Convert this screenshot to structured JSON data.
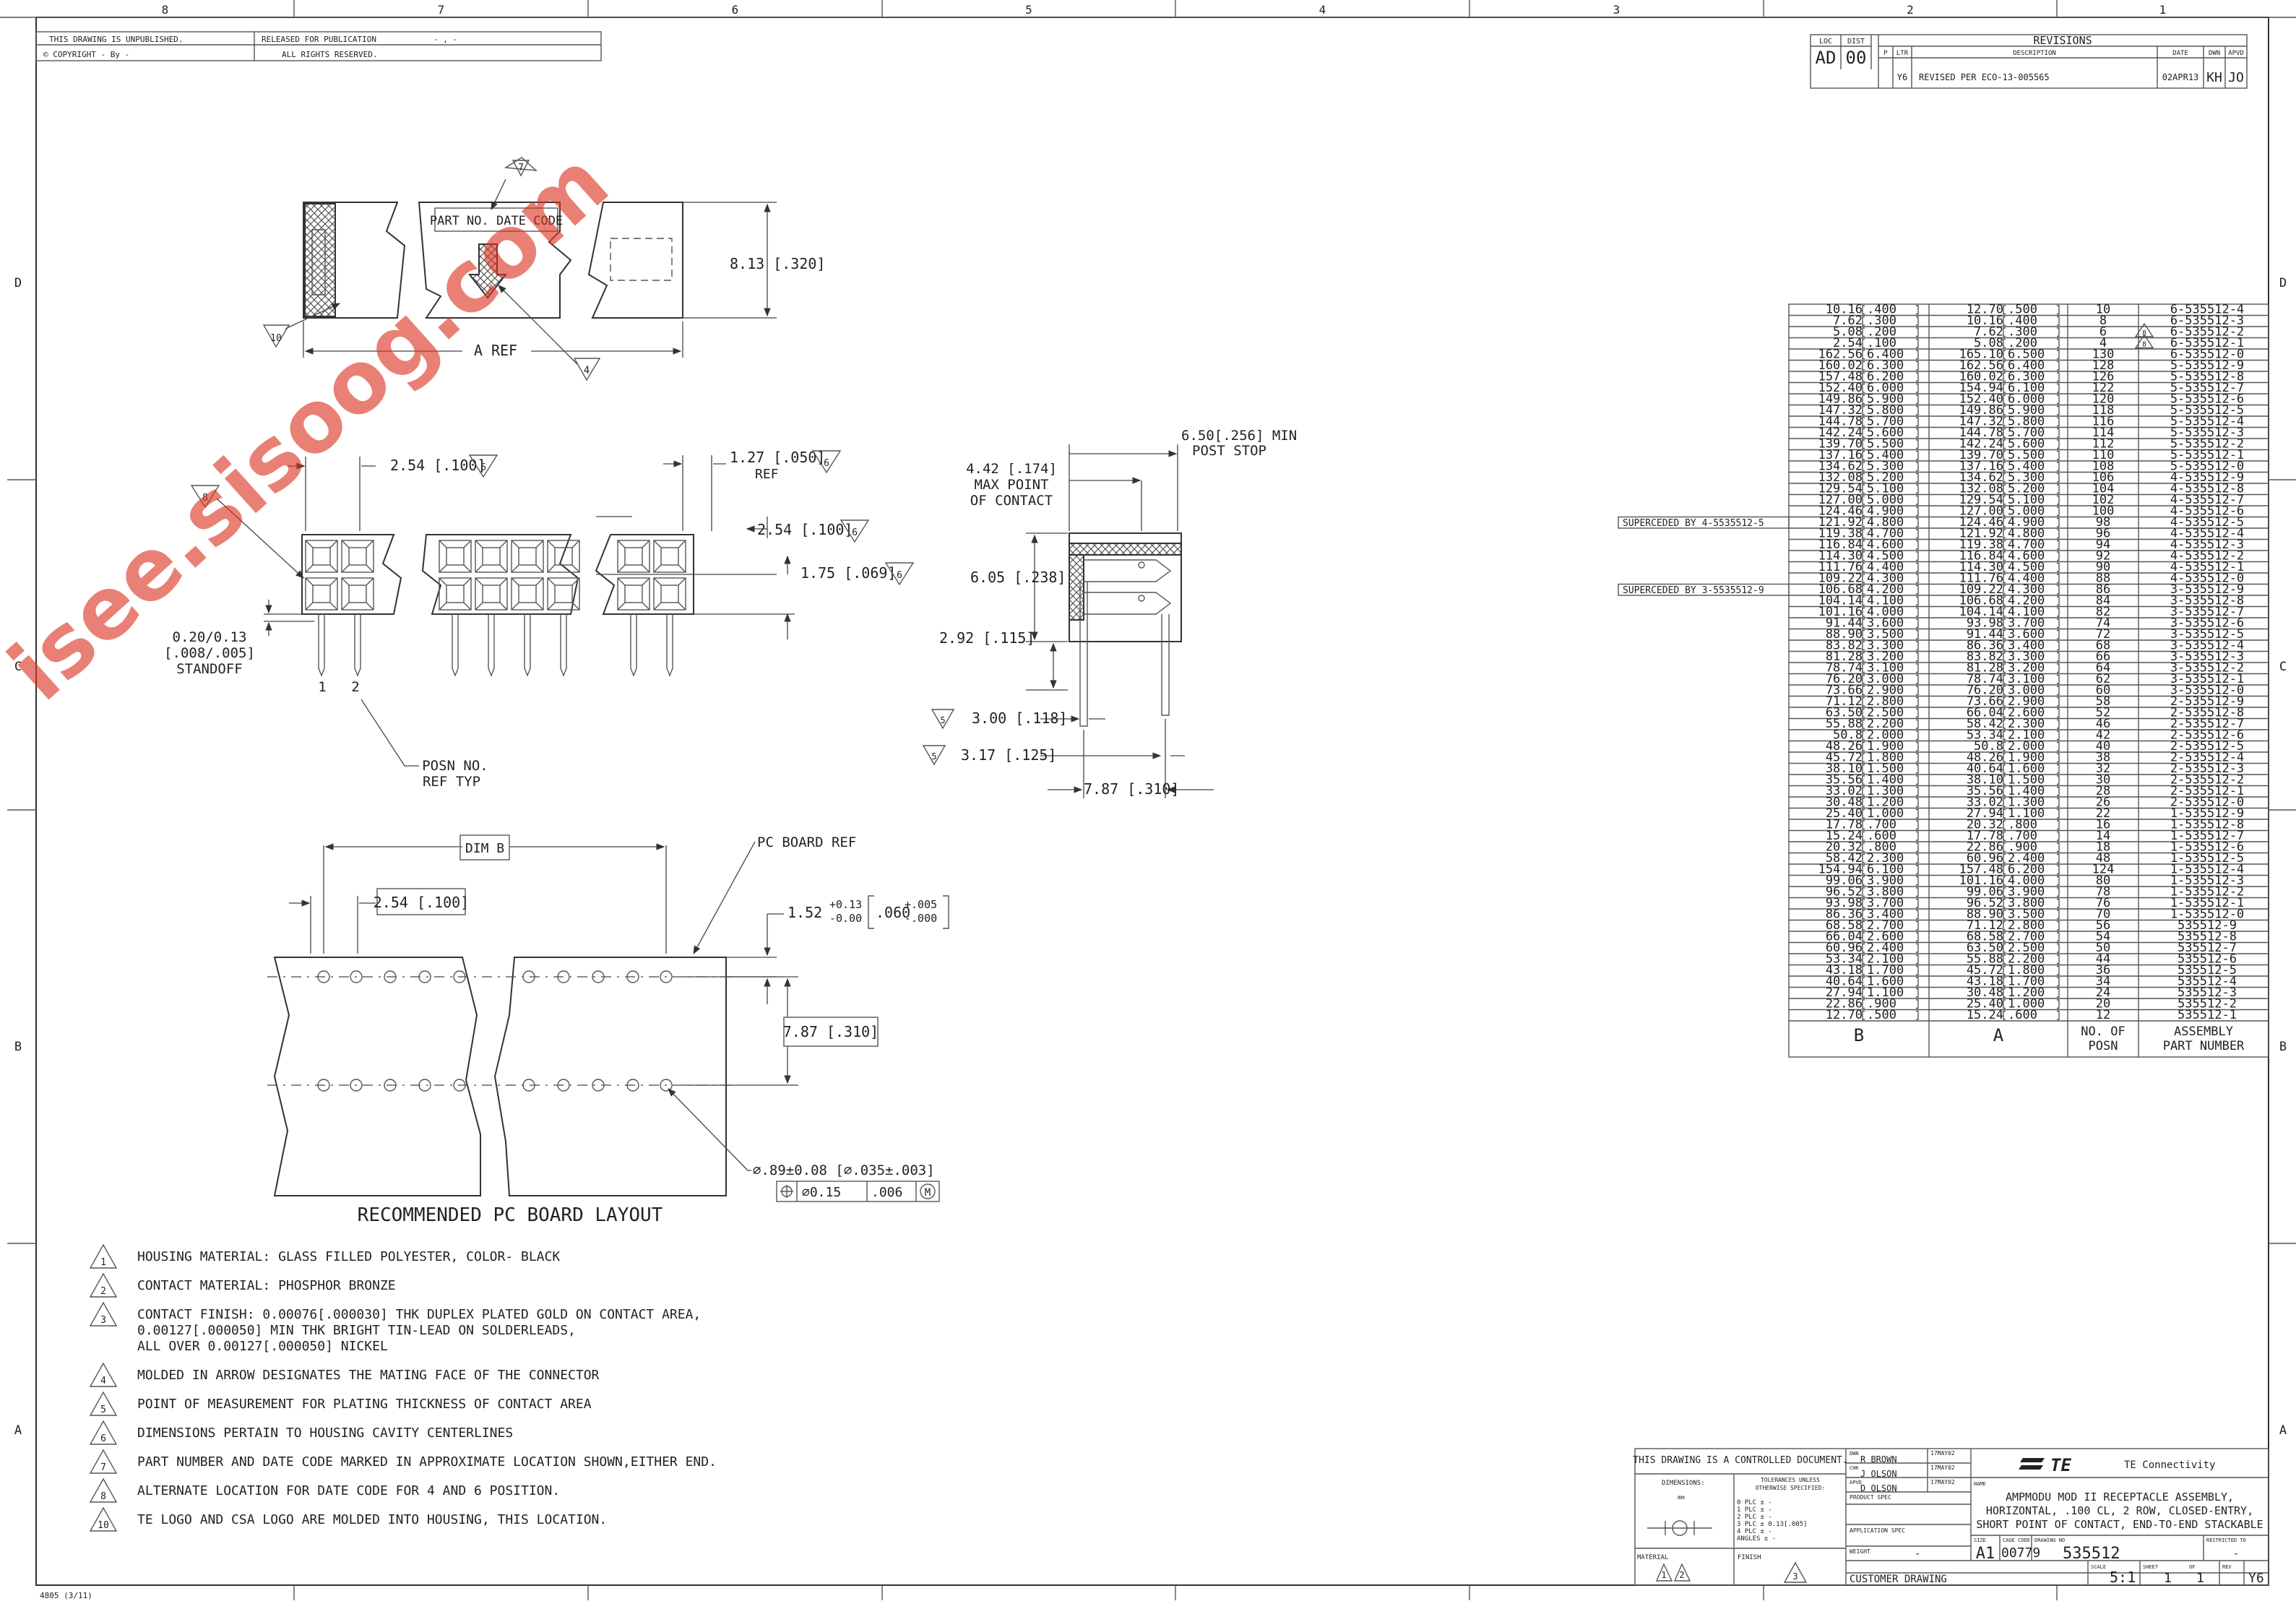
{
  "zones_top": [
    "8",
    "7",
    "6",
    "5",
    "4",
    "3",
    "2",
    "1"
  ],
  "zones_side": [
    "D",
    "C",
    "B",
    "A"
  ],
  "header_left": {
    "line1": "THIS DRAWING IS UNPUBLISHED.",
    "line1b": "RELEASED FOR PUBLICATION",
    "line1c": "- , -",
    "line2": "© COPYRIGHT - By -",
    "line2b": "ALL RIGHTS RESERVED."
  },
  "revisions": {
    "title": "REVISIONS",
    "loc_label": "LOC",
    "dist_label": "DIST",
    "loc": "AD",
    "dist": "00",
    "col_p": "P",
    "col_ltr": "LTR",
    "col_desc": "DESCRIPTION",
    "col_date": "DATE",
    "col_dwn": "DWN",
    "col_apvd": "APVD",
    "ltr": "Y6",
    "desc": "REVISED PER ECO-13-005565",
    "date": "02APR13",
    "dwn": "KH",
    "apvd": "JO"
  },
  "watermark": "isee.sisoog.com",
  "views": {
    "top": {
      "label_part": "PART NO. DATE CODE",
      "dim_height": "8.13 [.320]",
      "dim_a": "A REF",
      "flag7": "7",
      "flag4": "4",
      "flag10": "10"
    },
    "front": {
      "pitch": "2.54 [.100]",
      "flag6a": "6",
      "half_pitch": "1.27 [.050]",
      "half_pitch_ref": "REF",
      "flag6b": "6",
      "row_pitch": "2.54 [.100]",
      "flag6c": "6",
      "offset": "1.75 [.069]",
      "flag6d": "6",
      "standoff_1": "0.20/0.13",
      "standoff_2": "[.008/.005]",
      "standoff_3": "STANDOFF",
      "posn1": "1",
      "posn2": "2",
      "posn_note_1": "POSN NO.",
      "posn_note_2": "REF TYP",
      "flag8": "8"
    },
    "side": {
      "postop_1": "6.50[.256] MIN",
      "postop_2": "POST STOP",
      "contact_1": "4.42 [.174]",
      "contact_2": "MAX POINT",
      "contact_3": "OF CONTACT",
      "height": "6.05 [.238]",
      "lower": "2.92 [.115]",
      "meas1": "3.00 [.118]",
      "meas2": "3.17 [.125]",
      "flag5a": "5",
      "flag5b": "5",
      "width": "7.87 [.310]"
    },
    "pcb": {
      "dim_b": "DIM B",
      "pc_ref": "PC BOARD REF",
      "pitch": "2.54 [.100]",
      "thk_main": "1.52",
      "thk_plus": "+0.13",
      "thk_minus": "-0.00",
      "thk_in_main": ".060",
      "thk_in_plus": "+.005",
      "thk_in_minus": "-.000",
      "row": "7.87 [.310]",
      "hole": "⌀.89±0.08 [⌀.035±.003]",
      "tol": "⌀0.15",
      "tol_in": ".006",
      "tol_m": "M",
      "title": "RECOMMENDED PC BOARD LAYOUT"
    }
  },
  "notes": [
    {
      "n": "1",
      "lines": [
        "HOUSING MATERIAL: GLASS FILLED POLYESTER, COLOR- BLACK"
      ]
    },
    {
      "n": "2",
      "lines": [
        "CONTACT MATERIAL: PHOSPHOR BRONZE"
      ]
    },
    {
      "n": "3",
      "lines": [
        "CONTACT FINISH: 0.00076[.000030] THK DUPLEX PLATED GOLD ON CONTACT AREA,",
        "0.00127[.000050] MIN THK BRIGHT TIN-LEAD ON SOLDERLEADS,",
        "ALL OVER 0.00127[.000050] NICKEL"
      ]
    },
    {
      "n": "4",
      "lines": [
        "MOLDED IN ARROW DESIGNATES THE MATING FACE OF THE CONNECTOR"
      ]
    },
    {
      "n": "5",
      "lines": [
        "POINT OF MEASUREMENT FOR PLATING THICKNESS OF CONTACT AREA"
      ]
    },
    {
      "n": "6",
      "lines": [
        "DIMENSIONS PERTAIN TO HOUSING CAVITY CENTERLINES"
      ]
    },
    {
      "n": "7",
      "lines": [
        "PART NUMBER AND  DATE CODE MARKED IN APPROXIMATE LOCATION SHOWN,EITHER END."
      ]
    },
    {
      "n": "8",
      "lines": [
        "ALTERNATE LOCATION FOR DATE CODE FOR 4 AND 6 POSITION."
      ]
    },
    {
      "n": "10",
      "lines": [
        "TE LOGO AND CSA LOGO ARE MOLDED INTO HOUSING, THIS LOCATION."
      ]
    }
  ],
  "table": {
    "headers": {
      "b": "B",
      "a": "A",
      "posn_1": "NO. OF",
      "posn_2": "POSN",
      "part_1": "ASSEMBLY",
      "part_2": "PART NUMBER"
    },
    "flag": "8",
    "superseded": [
      {
        "row": 19,
        "text": "SUPERCEDED BY 4-5535512-5"
      },
      {
        "row": 25,
        "text": "SUPERCEDED BY 3-5535512-9"
      }
    ],
    "flag_rows": [
      2,
      3
    ],
    "rows": [
      [
        "10.16",
        ".400",
        "12.70",
        ".500",
        "10",
        "6-535512-4"
      ],
      [
        "7.62",
        ".300",
        "10.16",
        ".400",
        "8",
        "6-535512-3"
      ],
      [
        "5.08",
        ".200",
        "7.62",
        ".300",
        "6",
        "6-535512-2"
      ],
      [
        "2.54",
        ".100",
        "5.08",
        ".200",
        "4",
        "6-535512-1"
      ],
      [
        "162.56",
        "6.400",
        "165.10",
        "6.500",
        "130",
        "6-535512-0"
      ],
      [
        "160.02",
        "6.300",
        "162.56",
        "6.400",
        "128",
        "5-535512-9"
      ],
      [
        "157.48",
        "6.200",
        "160.02",
        "6.300",
        "126",
        "5-535512-8"
      ],
      [
        "152.40",
        "6.000",
        "154.94",
        "6.100",
        "122",
        "5-535512-7"
      ],
      [
        "149.86",
        "5.900",
        "152.40",
        "6.000",
        "120",
        "5-535512-6"
      ],
      [
        "147.32",
        "5.800",
        "149.86",
        "5.900",
        "118",
        "5-535512-5"
      ],
      [
        "144.78",
        "5.700",
        "147.32",
        "5.800",
        "116",
        "5-535512-4"
      ],
      [
        "142.24",
        "5.600",
        "144.78",
        "5.700",
        "114",
        "5-535512-3"
      ],
      [
        "139.70",
        "5.500",
        "142.24",
        "5.600",
        "112",
        "5-535512-2"
      ],
      [
        "137.16",
        "5.400",
        "139.70",
        "5.500",
        "110",
        "5-535512-1"
      ],
      [
        "134.62",
        "5.300",
        "137.16",
        "5.400",
        "108",
        "5-535512-0"
      ],
      [
        "132.08",
        "5.200",
        "134.62",
        "5.300",
        "106",
        "4-535512-9"
      ],
      [
        "129.54",
        "5.100",
        "132.08",
        "5.200",
        "104",
        "4-535512-8"
      ],
      [
        "127.00",
        "5.000",
        "129.54",
        "5.100",
        "102",
        "4-535512-7"
      ],
      [
        "124.46",
        "4.900",
        "127.00",
        "5.000",
        "100",
        "4-535512-6"
      ],
      [
        "121.92",
        "4.800",
        "124.46",
        "4.900",
        "98",
        "4-535512-5"
      ],
      [
        "119.38",
        "4.700",
        "121.92",
        "4.800",
        "96",
        "4-535512-4"
      ],
      [
        "116.84",
        "4.600",
        "119.38",
        "4.700",
        "94",
        "4-535512-3"
      ],
      [
        "114.30",
        "4.500",
        "116.84",
        "4.600",
        "92",
        "4-535512-2"
      ],
      [
        "111.76",
        "4.400",
        "114.30",
        "4.500",
        "90",
        "4-535512-1"
      ],
      [
        "109.22",
        "4.300",
        "111.76",
        "4.400",
        "88",
        "4-535512-0"
      ],
      [
        "106.68",
        "4.200",
        "109.22",
        "4.300",
        "86",
        "3-535512-9"
      ],
      [
        "104.14",
        "4.100",
        "106.68",
        "4.200",
        "84",
        "3-535512-8"
      ],
      [
        "101.16",
        "4.000",
        "104.14",
        "4.100",
        "82",
        "3-535512-7"
      ],
      [
        "91.44",
        "3.600",
        "93.98",
        "3.700",
        "74",
        "3-535512-6"
      ],
      [
        "88.90",
        "3.500",
        "91.44",
        "3.600",
        "72",
        "3-535512-5"
      ],
      [
        "83.82",
        "3.300",
        "86.36",
        "3.400",
        "68",
        "3-535512-4"
      ],
      [
        "81.28",
        "3.200",
        "83.82",
        "3.300",
        "66",
        "3-535512-3"
      ],
      [
        "78.74",
        "3.100",
        "81.28",
        "3.200",
        "64",
        "3-535512-2"
      ],
      [
        "76.20",
        "3.000",
        "78.74",
        "3.100",
        "62",
        "3-535512-1"
      ],
      [
        "73.66",
        "2.900",
        "76.20",
        "3.000",
        "60",
        "3-535512-0"
      ],
      [
        "71.12",
        "2.800",
        "73.66",
        "2.900",
        "58",
        "2-535512-9"
      ],
      [
        "63.50",
        "2.500",
        "66.04",
        "2.600",
        "52",
        "2-535512-8"
      ],
      [
        "55.88",
        "2.200",
        "58.42",
        "2.300",
        "46",
        "2-535512-7"
      ],
      [
        "50.8",
        "2.000",
        "53.34",
        "2.100",
        "42",
        "2-535512-6"
      ],
      [
        "48.26",
        "1.900",
        "50.8",
        "2.000",
        "40",
        "2-535512-5"
      ],
      [
        "45.72",
        "1.800",
        "48.26",
        "1.900",
        "38",
        "2-535512-4"
      ],
      [
        "38.10",
        "1.500",
        "40.64",
        "1.600",
        "32",
        "2-535512-3"
      ],
      [
        "35.56",
        "1.400",
        "38.10",
        "1.500",
        "30",
        "2-535512-2"
      ],
      [
        "33.02",
        "1.300",
        "35.56",
        "1.400",
        "28",
        "2-535512-1"
      ],
      [
        "30.48",
        "1.200",
        "33.02",
        "1.300",
        "26",
        "2-535512-0"
      ],
      [
        "25.40",
        "1.000",
        "27.94",
        "1.100",
        "22",
        "1-535512-9"
      ],
      [
        "17.78",
        ".700",
        "20.32",
        ".800",
        "16",
        "1-535512-8"
      ],
      [
        "15.24",
        ".600",
        "17.78",
        ".700",
        "14",
        "1-535512-7"
      ],
      [
        "20.32",
        ".800",
        "22.86",
        ".900",
        "18",
        "1-535512-6"
      ],
      [
        "58.42",
        "2.300",
        "60.96",
        "2.400",
        "48",
        "1-535512-5"
      ],
      [
        "154.94",
        "6.100",
        "157.48",
        "6.200",
        "124",
        "1-535512-4"
      ],
      [
        "99.06",
        "3.900",
        "101.16",
        "4.000",
        "80",
        "1-535512-3"
      ],
      [
        "96.52",
        "3.800",
        "99.06",
        "3.900",
        "78",
        "1-535512-2"
      ],
      [
        "93.98",
        "3.700",
        "96.52",
        "3.800",
        "76",
        "1-535512-1"
      ],
      [
        "86.36",
        "3.400",
        "88.90",
        "3.500",
        "70",
        "1-535512-0"
      ],
      [
        "68.58",
        "2.700",
        "71.12",
        "2.800",
        "56",
        "535512-9"
      ],
      [
        "66.04",
        "2.600",
        "68.58",
        "2.700",
        "54",
        "535512-8"
      ],
      [
        "60.96",
        "2.400",
        "63.50",
        "2.500",
        "50",
        "535512-7"
      ],
      [
        "53.34",
        "2.100",
        "55.88",
        "2.200",
        "44",
        "535512-6"
      ],
      [
        "43.18",
        "1.700",
        "45.72",
        "1.800",
        "36",
        "535512-5"
      ],
      [
        "40.64",
        "1.600",
        "43.18",
        "1.700",
        "34",
        "535512-4"
      ],
      [
        "27.94",
        "1.100",
        "30.48",
        "1.200",
        "24",
        "535512-3"
      ],
      [
        "22.86",
        ".900",
        "25.40",
        "1.000",
        "20",
        "535512-2"
      ],
      [
        "12.70",
        ".500",
        "15.24",
        ".600",
        "12",
        "535512-1"
      ]
    ]
  },
  "title_block": {
    "controlled": "THIS DRAWING IS A CONTROLLED DOCUMENT.",
    "dimensions": "DIMENSIONS:",
    "mm": "mm",
    "tolerances_1": "TOLERANCES UNLESS",
    "tolerances_2": "OTHERWISE SPECIFIED:",
    "tol_lines": [
      "0 PLC  ± -",
      "1 PLC  ± -",
      "2 PLC  ± -",
      "3 PLC  ± 0.13[.005]",
      "4 PLC  ± -",
      "ANGLES  ± -"
    ],
    "dwn_label": "DWN",
    "dwn": "R BROWN",
    "dwn_date": "17MAY02",
    "chk_label": "CHK",
    "chk": "J OLSON",
    "chk_date": "17MAY02",
    "apvd_label": "APVD",
    "apvd": "D OLSON",
    "apvd_date": "17MAY02",
    "product_spec": "PRODUCT SPEC",
    "application_spec": "APPLICATION SPEC",
    "weight_label": "WEIGHT",
    "weight": "-",
    "material": "MATERIAL",
    "finish": "FINISH",
    "mat1": "1",
    "mat2": "2",
    "fin3": "3",
    "company": "TE Connectivity",
    "logo": "TE",
    "name_label": "NAME",
    "name_lines": [
      "AMPMODU MOD II RECEPTACLE ASSEMBLY,",
      "HORIZONTAL, .100 CL, 2 ROW, CLOSED-ENTRY,",
      "SHORT POINT OF CONTACT, END-TO-END STACKABLE"
    ],
    "size_label": "SIZE",
    "size": "A1",
    "cage_label": "CAGE CODE",
    "cage": "00779",
    "dwgno_label": "DRAWING NO",
    "dwgno": "535512",
    "restricted_label": "RESTRICTED TO",
    "restricted": "-",
    "customer": "CUSTOMER DRAWING",
    "scale_label": "SCALE",
    "scale": "5:1",
    "sheet_label": "SHEET",
    "sheet": "1",
    "of_label": "OF",
    "of": "1",
    "rev_label": "REV",
    "rev": "Y6"
  },
  "form_code": "4805 (3/11)"
}
